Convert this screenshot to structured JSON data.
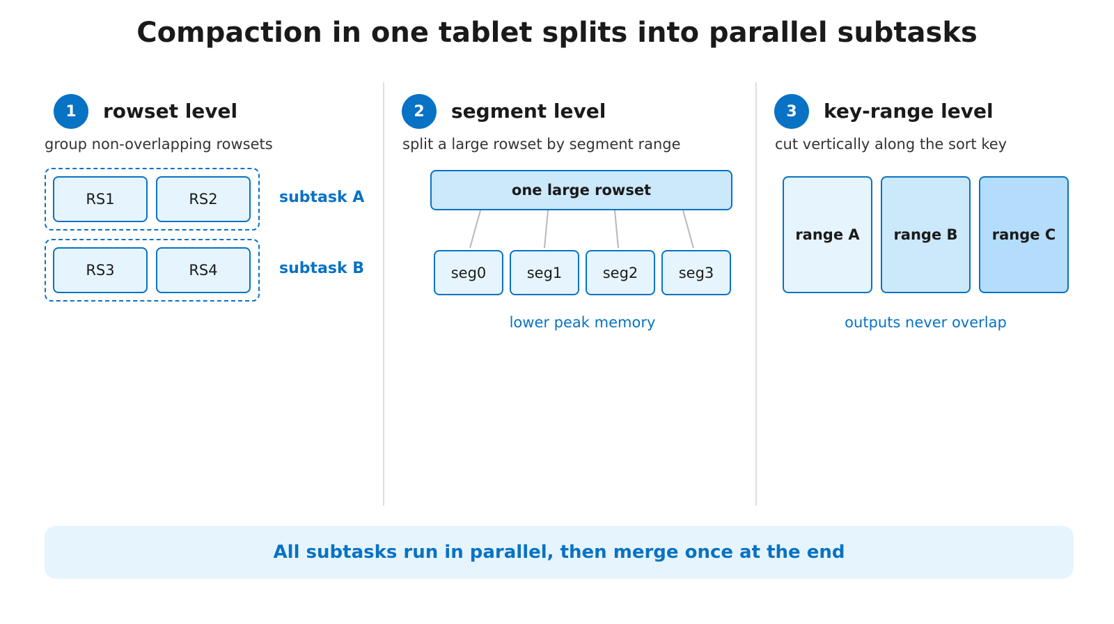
{
  "title": "Compaction in one tablet splits into parallel subtasks",
  "colors": {
    "accent": "#0872c4",
    "box_light": "#e6f4fd",
    "box_mid": "#cce8fb",
    "box_deep": "#b3ddfa",
    "divider": "#dedede",
    "connector": "#b8b8b8"
  },
  "panels": [
    {
      "number": "1",
      "heading": "rowset level",
      "subtitle": "group non-overlapping rowsets",
      "groups": [
        {
          "rowsets": [
            "RS1",
            "RS2"
          ],
          "label": "subtask A"
        },
        {
          "rowsets": [
            "RS3",
            "RS4"
          ],
          "label": "subtask B"
        }
      ]
    },
    {
      "number": "2",
      "heading": "segment level",
      "subtitle": "split a large rowset by segment range",
      "source": "one large rowset",
      "segments": [
        "seg0",
        "seg1",
        "seg2",
        "seg3"
      ],
      "note": "lower peak memory"
    },
    {
      "number": "3",
      "heading": "key-range level",
      "subtitle": "cut vertically along the sort key",
      "ranges": [
        "range A",
        "range B",
        "range C"
      ],
      "note": "outputs never overlap"
    }
  ],
  "footer": "All subtasks run in parallel, then merge once at the end"
}
